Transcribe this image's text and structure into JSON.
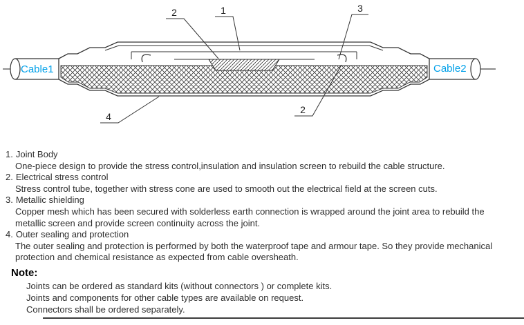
{
  "diagram": {
    "cable1": "Cable1",
    "cable2": "Cable2",
    "accent": "#00A0E9",
    "callouts": {
      "top_1": "1",
      "top_2": "2",
      "top_3": "3",
      "bottom_4": "4",
      "bottom_2": "2"
    }
  },
  "legend": [
    {
      "number": "1.",
      "title": "Joint Body",
      "lines": [
        "One-piece design to provide the stress control,insulation and insulation screen to rebuild the cable structure."
      ]
    },
    {
      "number": "2.",
      "title": "Electrical stress control",
      "lines": [
        "Stress control tube, together with stress cone are used to smooth out the electrical field at the screen cuts."
      ]
    },
    {
      "number": "3.",
      "title": "Metallic shielding",
      "lines": [
        "Copper mesh which has been secured with solderless earth connection is wrapped around the joint area to rebuild the",
        "metallic screen and provide screen continuity across the joint."
      ]
    },
    {
      "number": "4.",
      "title": "Outer sealing and protection",
      "lines": [
        "The outer sealing and protection is performed by both the waterproof tape and armour tape. So they provide mechanical",
        "protection and chemical resistance as expected from cable oversheath."
      ]
    }
  ],
  "note": {
    "label": "Note:",
    "lines": [
      "Joints can be ordered as standard kits (without connectors ) or complete kits.",
      "Joints and components for other cable types are available on request.",
      "Connectors shall be ordered separately."
    ]
  }
}
